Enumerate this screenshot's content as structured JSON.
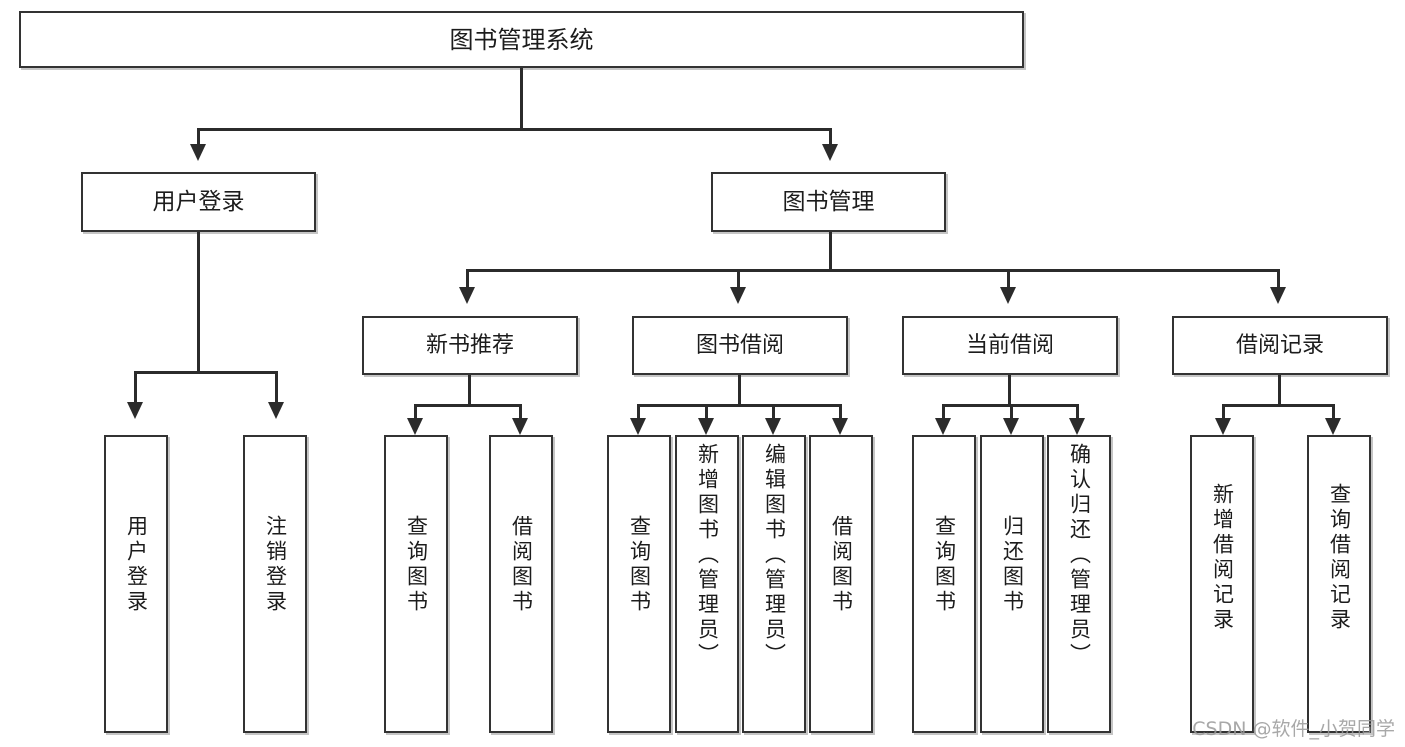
{
  "diagram": {
    "type": "tree",
    "title": "图书管理系统",
    "root": {
      "label": "图书管理系统"
    },
    "level1": [
      {
        "label": "用户登录"
      },
      {
        "label": "图书管理"
      }
    ],
    "level2": [
      {
        "label": "新书推荐"
      },
      {
        "label": "图书借阅"
      },
      {
        "label": "当前借阅"
      },
      {
        "label": "借阅记录"
      }
    ],
    "leaves": {
      "user_login": [
        {
          "label": "用户登录"
        },
        {
          "label": "注销登录"
        }
      ],
      "new_book_recommend": [
        {
          "label": "查询图书"
        },
        {
          "label": "借阅图书"
        }
      ],
      "book_borrow": [
        {
          "label": "查询图书"
        },
        {
          "label": "新增图书（管理员）"
        },
        {
          "label": "编辑图书（管理员）"
        },
        {
          "label": "借阅图书"
        }
      ],
      "current_borrow": [
        {
          "label": "查询图书"
        },
        {
          "label": "归还图书"
        },
        {
          "label": "确认归还（管理员）"
        }
      ],
      "borrow_record": [
        {
          "label": "新增借阅记录"
        },
        {
          "label": "查询借阅记录"
        }
      ]
    }
  },
  "watermark": {
    "text": "CSDN @软件_小贺同学"
  },
  "colors": {
    "box_border": "#333333",
    "edge": "#2b2b2b",
    "text": "#1c1c1c",
    "background": "#ffffff",
    "watermark": "#9a9a9a"
  }
}
